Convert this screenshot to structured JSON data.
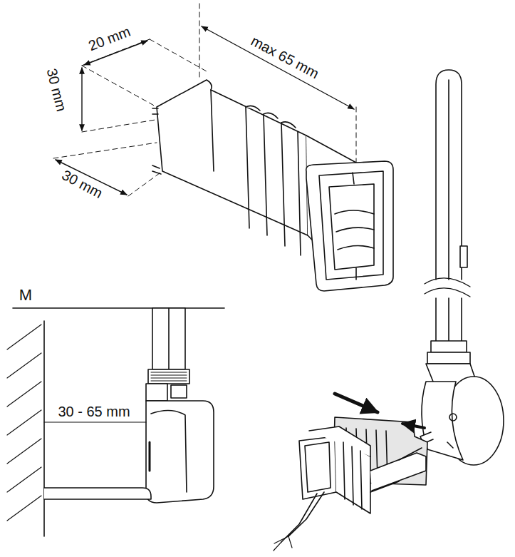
{
  "diagram": {
    "labels": [
      "20 mm",
      "30 mm",
      "30 mm",
      "max 65 mm",
      "M",
      "30 - 65 mm"
    ]
  }
}
